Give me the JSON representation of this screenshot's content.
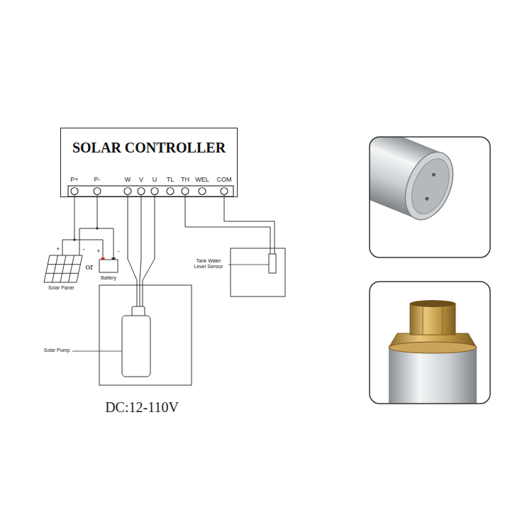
{
  "diagram": {
    "nodes": [
      {
        "text": [
          "SOLAR CONTROLLER"
        ]
      }
    ],
    "labels": [
      "P+",
      "P-",
      "W",
      "V",
      "U",
      "TL",
      "TH",
      "WEL",
      "COM",
      "+",
      "-",
      "+",
      "-",
      "Solar Panel",
      "or",
      "Battery",
      "Solar Pump",
      "Tank Water Level Sensor",
      "DC:12-110V"
    ]
  }
}
